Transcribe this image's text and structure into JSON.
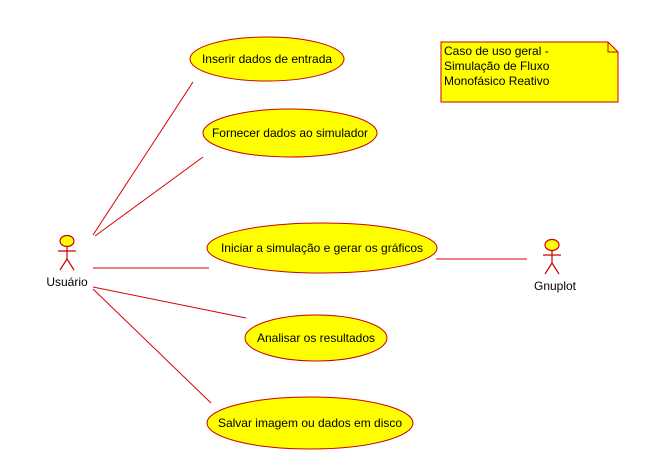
{
  "actors": {
    "user": {
      "label": "Usuário"
    },
    "gnuplot": {
      "label": "Gnuplot"
    }
  },
  "use_cases": [
    {
      "label": "Inserir dados de entrada"
    },
    {
      "label": "Fornecer dados ao simulador"
    },
    {
      "label": "Iniciar a simulação e gerar os gráficos"
    },
    {
      "label": "Analisar os resultados"
    },
    {
      "label": "Salvar imagem ou dados em disco"
    }
  ],
  "note": {
    "lines": [
      " Caso de uso geral -",
      "Simulação de Fluxo",
      "Monofásico Reativo"
    ]
  },
  "colors": {
    "fill": "#ffff00",
    "stroke": "#cc0000",
    "line": "#dd0000"
  }
}
